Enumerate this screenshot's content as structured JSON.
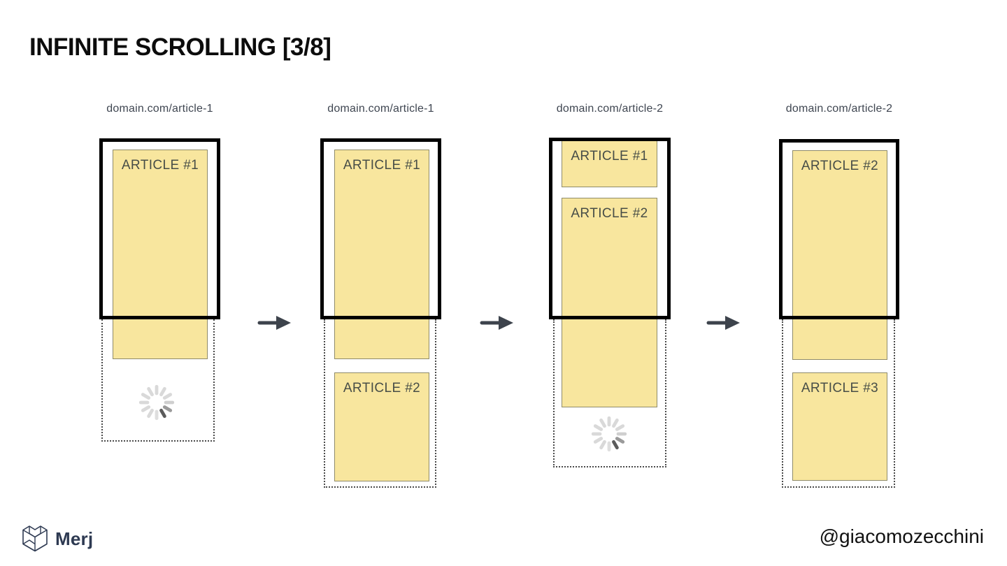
{
  "title": "INFINITE SCROLLING [3/8]",
  "panels": [
    {
      "url": "domain.com/article-1",
      "articles": [
        "ARTICLE #1"
      ],
      "loading": true
    },
    {
      "url": "domain.com/article-1",
      "articles": [
        "ARTICLE #1",
        "ARTICLE #2"
      ],
      "loading": false
    },
    {
      "url": "domain.com/article-2",
      "articles": [
        "ARTICLE #1",
        "ARTICLE #2"
      ],
      "loading": true
    },
    {
      "url": "domain.com/article-2",
      "articles": [
        "ARTICLE #2",
        "ARTICLE #3"
      ],
      "loading": false
    }
  ],
  "colors": {
    "article_fill": "#F8E69E",
    "article_border": "#8F8B69",
    "viewport_border": "#000000",
    "dotted_border": "#4A4A4A",
    "arrow": "#3D434C",
    "brand_navy": "#2E3A52"
  },
  "footer": {
    "brand": "Merj",
    "handle": "@giacomozecchini"
  }
}
